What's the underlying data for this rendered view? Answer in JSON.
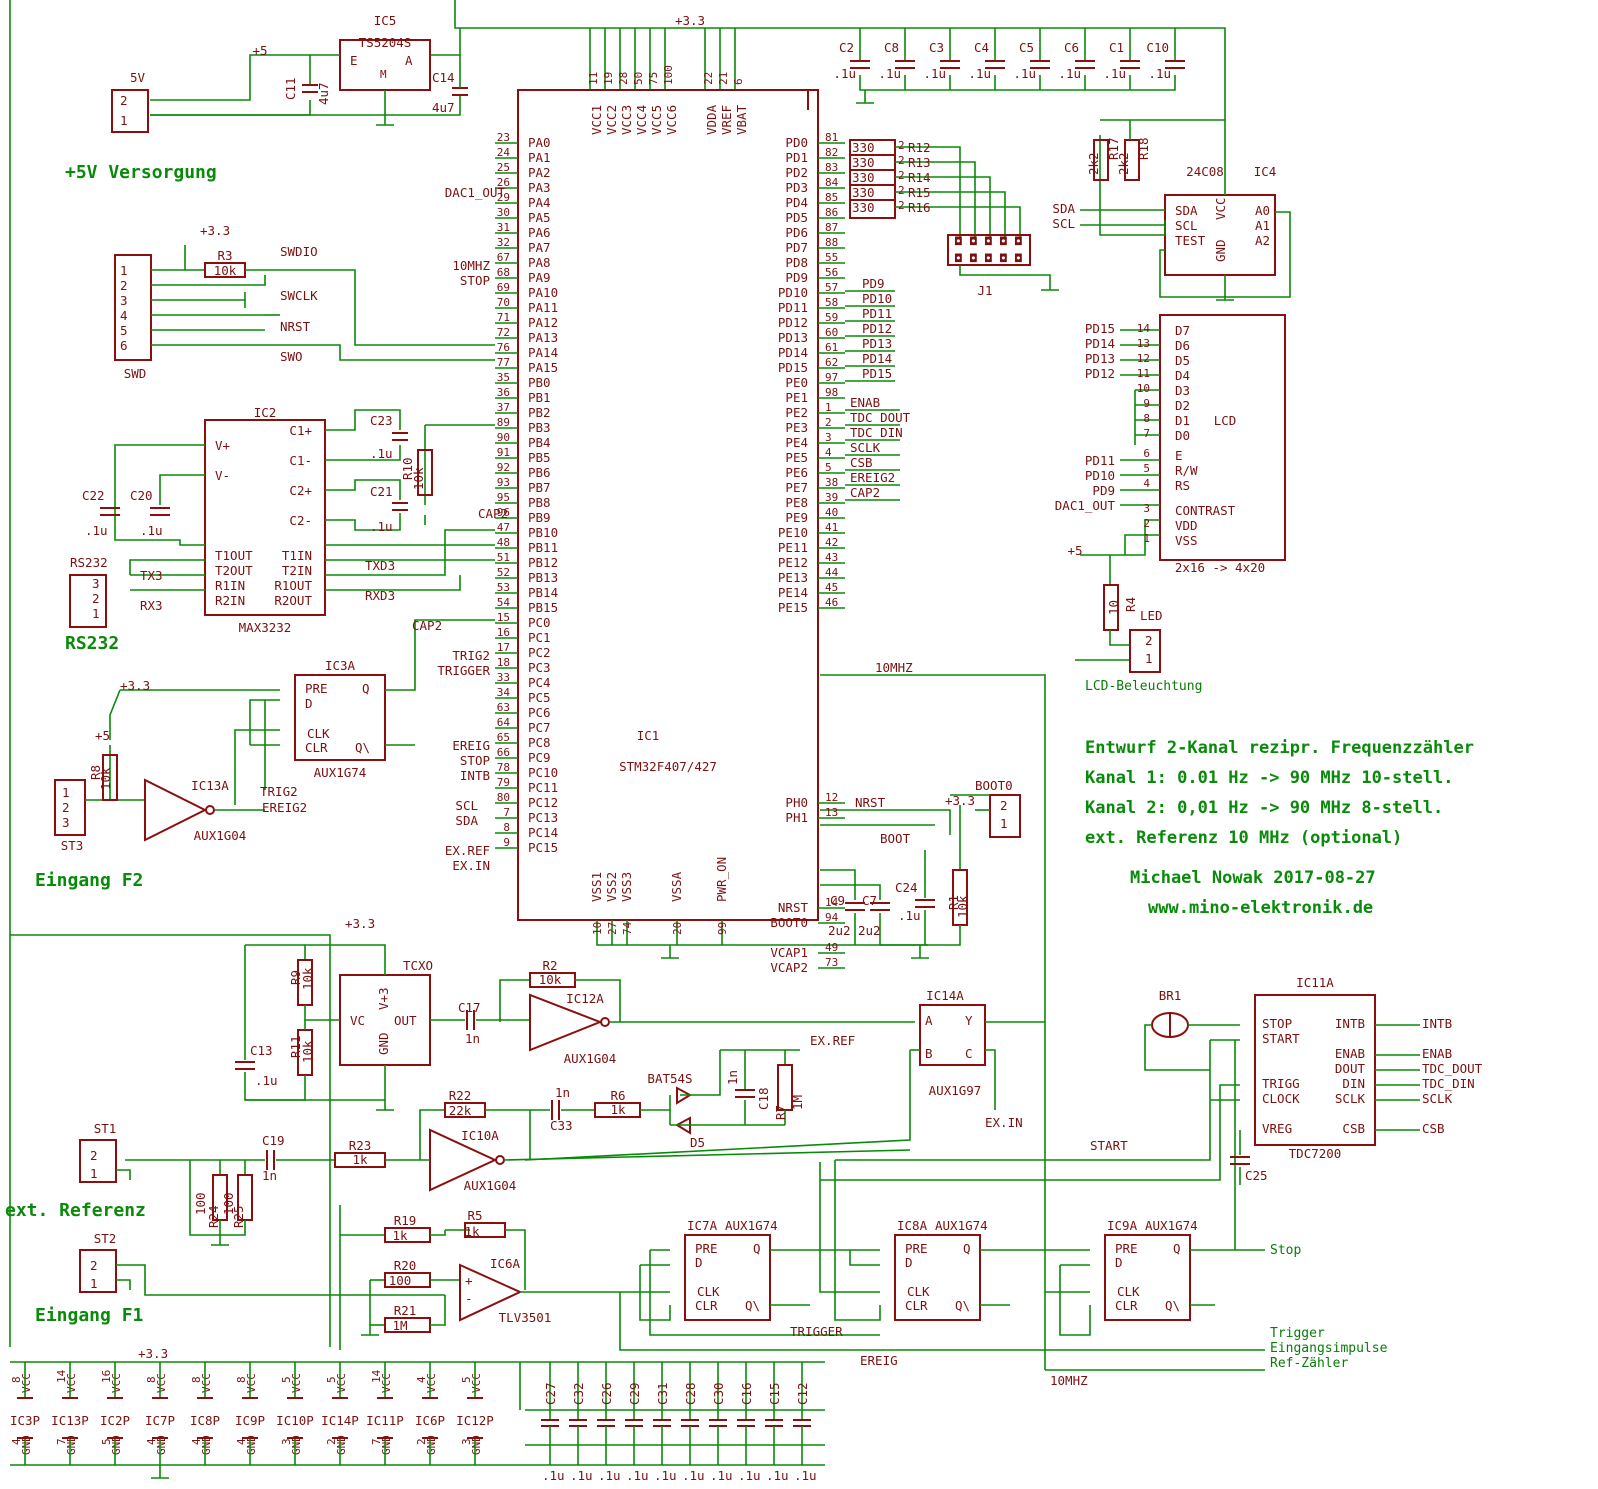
{
  "section_titles": {
    "supply": "+5V Versorgung",
    "rs232": "RS232",
    "input_f2": "Eingang F2",
    "input_f1": "Eingang F1",
    "ext_ref": "ext. Referenz"
  },
  "title_block": {
    "line1": "Entwurf 2-Kanal rezipr. Frequenzzähler",
    "line2": "Kanal 1: 0.01 Hz -> 90 MHz 10-stell.",
    "line3": "Kanal 2: 0,01 Hz -> 90 MHz 8-stell.",
    "line4": "ext. Referenz 10 MHz (optional)",
    "author": "Michael Nowak 2017-08-27",
    "website": "www.mino-elektronik.de"
  },
  "ic1": {
    "ref": "IC1",
    "part": "STM32F407/427",
    "left_pins": [
      [
        "23",
        "PA0"
      ],
      [
        "24",
        "PA1"
      ],
      [
        "25",
        "PA2"
      ],
      [
        "26",
        "PA3"
      ],
      [
        "29",
        "PA4"
      ],
      [
        "30",
        "PA5"
      ],
      [
        "31",
        "PA6"
      ],
      [
        "32",
        "PA7"
      ],
      [
        "67",
        "PA8"
      ],
      [
        "68",
        "PA9"
      ],
      [
        "69",
        "PA10"
      ],
      [
        "70",
        "PA11"
      ],
      [
        "71",
        "PA12"
      ],
      [
        "72",
        "PA13"
      ],
      [
        "76",
        "PA14"
      ],
      [
        "77",
        "PA15"
      ],
      [
        "35",
        "PB0"
      ],
      [
        "36",
        "PB1"
      ],
      [
        "37",
        "PB2"
      ],
      [
        "89",
        "PB3"
      ],
      [
        "90",
        "PB4"
      ],
      [
        "91",
        "PB5"
      ],
      [
        "92",
        "PB6"
      ],
      [
        "93",
        "PB7"
      ],
      [
        "95",
        "PB8"
      ],
      [
        "96",
        "PB9"
      ],
      [
        "47",
        "PB10"
      ],
      [
        "48",
        "PB11"
      ],
      [
        "51",
        "PB12"
      ],
      [
        "52",
        "PB13"
      ],
      [
        "53",
        "PB14"
      ],
      [
        "54",
        "PB15"
      ],
      [
        "15",
        "PC0"
      ],
      [
        "16",
        "PC1"
      ],
      [
        "17",
        "PC2"
      ],
      [
        "18",
        "PC3"
      ],
      [
        "33",
        "PC4"
      ],
      [
        "34",
        "PC5"
      ],
      [
        "63",
        "PC6"
      ],
      [
        "64",
        "PC7"
      ],
      [
        "65",
        "PC8"
      ],
      [
        "66",
        "PC9"
      ],
      [
        "78",
        "PC10"
      ],
      [
        "79",
        "PC11"
      ],
      [
        "80",
        "PC12"
      ],
      [
        "7",
        "PC13"
      ],
      [
        "8",
        "PC14"
      ],
      [
        "9",
        "PC15"
      ]
    ],
    "right_pins": [
      [
        "81",
        "PD0"
      ],
      [
        "82",
        "PD1"
      ],
      [
        "83",
        "PD2"
      ],
      [
        "84",
        "PD3"
      ],
      [
        "85",
        "PD4"
      ],
      [
        "86",
        "PD5"
      ],
      [
        "87",
        "PD6"
      ],
      [
        "88",
        "PD7"
      ],
      [
        "55",
        "PD8"
      ],
      [
        "56",
        "PD9"
      ],
      [
        "57",
        "PD10"
      ],
      [
        "58",
        "PD11"
      ],
      [
        "59",
        "PD12"
      ],
      [
        "60",
        "PD13"
      ],
      [
        "61",
        "PD14"
      ],
      [
        "62",
        "PD15"
      ],
      [
        "97",
        "PE0"
      ],
      [
        "98",
        "PE1"
      ],
      [
        "1",
        "PE2"
      ],
      [
        "2",
        "PE3"
      ],
      [
        "3",
        "PE4"
      ],
      [
        "4",
        "PE5"
      ],
      [
        "5",
        "PE6"
      ],
      [
        "38",
        "PE7"
      ],
      [
        "39",
        "PE8"
      ],
      [
        "40",
        "PE9"
      ],
      [
        "41",
        "PE10"
      ],
      [
        "42",
        "PE11"
      ],
      [
        "43",
        "PE12"
      ],
      [
        "44",
        "PE13"
      ],
      [
        "45",
        "PE14"
      ],
      [
        "46",
        "PE15"
      ],
      [
        "12",
        "PH0"
      ],
      [
        "13",
        "PH1"
      ],
      [
        "14",
        "NRST"
      ],
      [
        "94",
        "BOOT0"
      ],
      [
        "49",
        "VCAP1"
      ],
      [
        "73",
        "VCAP2"
      ]
    ],
    "top_pins": [
      [
        "11",
        "VCC1"
      ],
      [
        "19",
        "VCC2"
      ],
      [
        "28",
        "VCC3"
      ],
      [
        "50",
        "VCC4"
      ],
      [
        "75",
        "VCC5"
      ],
      [
        "100",
        "VCC6"
      ],
      [
        "22",
        "VDDA"
      ],
      [
        "21",
        "VREF"
      ],
      [
        "6",
        "VBAT"
      ]
    ],
    "bottom_pins": [
      [
        "10",
        "VSS1"
      ],
      [
        "27",
        "VSS2"
      ],
      [
        "74",
        "VSS3"
      ],
      [
        "20",
        "VSSA"
      ],
      [
        "99",
        "PWR_ON"
      ]
    ]
  },
  "mcu_nets_left": {
    "dac": "DAC1_OUT",
    "mhz": "10MHZ",
    "stop": "STOP",
    "trig2": "TRIG2",
    "trigger": "TRIGGER",
    "ereig": "EREIG",
    "stop2": "STOP",
    "intb": "INTB",
    "scl": "SCL",
    "sda": "SDA",
    "exref": "EX.REF",
    "exin": "EX.IN",
    "cap2": "CAP2",
    "txd3": "TXD3",
    "rxd3": "RXD3"
  },
  "mcu_nets_right": {
    "pd": [
      "PD9",
      "PD10",
      "PD11",
      "PD12",
      "PD13",
      "PD14",
      "PD15"
    ],
    "pe": [
      "ENAB",
      "TDC_DOUT",
      "TDC_DIN",
      "SCLK",
      "CSB",
      "EREIG2",
      "CAP2"
    ],
    "mhz": "10MHZ",
    "nrst": "NRST",
    "boot": "BOOT"
  },
  "resistor_net": {
    "values": [
      "330",
      "330",
      "330",
      "330",
      "330"
    ],
    "refs": [
      "R12",
      "R13",
      "R14",
      "R15",
      "R16"
    ],
    "conn": "J1"
  },
  "power": {
    "v33": "+3.3",
    "v5": "+5",
    "ic5": "IC5",
    "ic5_part": "TS5204S",
    "ic5_pins": [
      "E",
      "A",
      "M"
    ],
    "c11": "C11",
    "c11v": "4u7",
    "c14": "C14",
    "c14v": "4u7",
    "con": "5V",
    "caps": [
      [
        "C2",
        ".1u"
      ],
      [
        "C8",
        ".1u"
      ],
      [
        "C3",
        ".1u"
      ],
      [
        "C4",
        ".1u"
      ],
      [
        "C5",
        ".1u"
      ],
      [
        "C6",
        ".1u"
      ],
      [
        "C1",
        ".1u"
      ],
      [
        "C10",
        ".1u"
      ]
    ]
  },
  "ic4": {
    "ref": "IC4",
    "part": "24C08",
    "pins": [
      "SDA",
      "SCL",
      "TEST",
      "VCC",
      "GND",
      "A0",
      "A1",
      "A2"
    ],
    "r17": "2k2",
    "r18": "2k2",
    "r17ref": "R17",
    "r18ref": "R18",
    "sda": "SDA",
    "scl": "SCL"
  },
  "lcd": {
    "ref": "LCD",
    "size": "2x16 -> 4x20",
    "pins": [
      "D7",
      "D6",
      "D5",
      "D4",
      "D3",
      "D2",
      "D1",
      "D0",
      "E",
      "R/W",
      "RS",
      "CONTRAST",
      "VDD",
      "VSS"
    ],
    "nums": [
      "14",
      "13",
      "12",
      "11",
      "10",
      "9",
      "8",
      "7",
      "6",
      "5",
      "4",
      "3",
      "2",
      "1"
    ],
    "nets": [
      "PD15",
      "PD14",
      "PD13",
      "PD12",
      "PD11",
      "PD10",
      "PD9",
      "DAC1_OUT"
    ],
    "r4": "R4",
    "r4v": "10",
    "led": "LED",
    "backlight": "LCD-Beleuchtung"
  },
  "swd": {
    "ref": "SWD",
    "r3": "R3",
    "r3v": "10k",
    "signals": [
      "SWDIO",
      "SWCLK",
      "NRST",
      "SWO"
    ]
  },
  "ic2": {
    "ref": "IC2",
    "part": "MAX3232",
    "pins_l": [
      "V+",
      "V-",
      "T1OUT",
      "T2OUT",
      "R1IN",
      "R2IN"
    ],
    "pins_r": [
      "C1+",
      "C1-",
      "C2+",
      "C2-",
      "T1IN",
      "T2IN",
      "R1OUT",
      "R2OUT"
    ],
    "caps": [
      [
        "C22",
        ".1u"
      ],
      [
        "C20",
        ".1u"
      ],
      [
        "C23",
        ".1u"
      ],
      [
        "C21",
        ".1u"
      ]
    ],
    "con": "RS232",
    "tx": "TX3",
    "rx": "RX3",
    "r10": "R10",
    "r10v": "10k"
  },
  "ic3a": {
    "ref": "IC3A",
    "part": "AUX1G74",
    "pins": [
      "PRE",
      "D",
      "CLK",
      "CLR",
      "Q",
      "Q\\"
    ]
  },
  "ic13a": {
    "ref": "IC13A",
    "part": "AUX1G04",
    "st3": "ST3",
    "r8": "R8",
    "r8v": "10k"
  },
  "boot": {
    "ref": "BOOT0",
    "r1": "R1",
    "r1v": "10k",
    "c9": "C9",
    "c9v": "2u2",
    "c7": "C7",
    "c7v": "2u2",
    "c24": "C24",
    "c24v": ".1u"
  },
  "tcxo": {
    "ref": "TCXO",
    "pins": [
      "VC",
      "V+3",
      "OUT",
      "GND"
    ],
    "r9": "R9",
    "r9v": "10k",
    "r11": "R11",
    "r11v": "10k",
    "c13": "C13",
    "c13v": ".1u",
    "c17": "C17",
    "c17v": "1n"
  },
  "ic12a": {
    "ref": "IC12A",
    "part": "AUX1G04",
    "r2": "R2",
    "r2v": "10k"
  },
  "ic14a": {
    "ref": "IC14A",
    "part": "AUX1G97",
    "pins": [
      "A",
      "Y",
      "B",
      "C"
    ],
    "exin": "EX.IN"
  },
  "ic10a": {
    "ref": "IC10A",
    "part": "AUX1G04",
    "r22": "R22",
    "r22v": "22k",
    "r23": "R23",
    "r23v": "1k",
    "r6": "R6",
    "r6v": "1k",
    "c33": "C33",
    "c33v": "1n",
    "c19": "C19",
    "c19v": "1n",
    "c18": "C18",
    "c18v": "1n",
    "r7": "R7",
    "r7v": "1M",
    "diode": "BAT54S",
    "d5": "D5",
    "exref": "EX.REF",
    "r24": "R24",
    "r24v": "100",
    "r25": "R25",
    "r25v": "100",
    "st1": "ST1"
  },
  "ic6a": {
    "ref": "IC6A",
    "part": "TLV3501",
    "r19": "R19",
    "r19v": "1k",
    "r5": "R5",
    "r5v": "1k",
    "r20": "R20",
    "r20v": "100",
    "r21": "R21",
    "r21v": "1M",
    "st2": "ST2"
  },
  "ic11a": {
    "ref": "IC11A",
    "part": "TDC7200",
    "pins_l": [
      "STOP",
      "START",
      "TRIGG",
      "CLOCK",
      "VREG"
    ],
    "pins_r": [
      "INTB",
      "ENAB",
      "DOUT",
      "DIN",
      "SCLK",
      "CSB"
    ],
    "nets": [
      "INTB",
      "ENAB",
      "TDC_DOUT",
      "TDC_DIN",
      "SCLK",
      "CSB"
    ],
    "br1": "BR1",
    "c25": "C25"
  },
  "flipflops": [
    {
      "ref": "IC7A",
      "part": "AUX1G74"
    },
    {
      "ref": "IC8A",
      "part": "AUX1G74"
    },
    {
      "ref": "IC9A",
      "part": "AUX1G74"
    }
  ],
  "bottom_nets": {
    "trigger": "TRIGGER",
    "ereig": "EREIG",
    "start": "START",
    "stop": "Stop",
    "trigger2": "Trigger",
    "impulse": "Eingangsimpulse",
    "refz": "Ref-Zähler",
    "mhz": "10MHZ"
  },
  "power_parts": [
    "IC3P",
    "IC13P",
    "IC2P",
    "IC7P",
    "IC8P",
    "IC9P",
    "IC10P",
    "IC14P",
    "IC11P",
    "IC6P",
    "IC12P"
  ],
  "decoupling": [
    "C27",
    "C32",
    "C26",
    "C29",
    "C31",
    "C28",
    "C30",
    "C16",
    "C15",
    "C12"
  ],
  "decoupling_value": ".1u"
}
